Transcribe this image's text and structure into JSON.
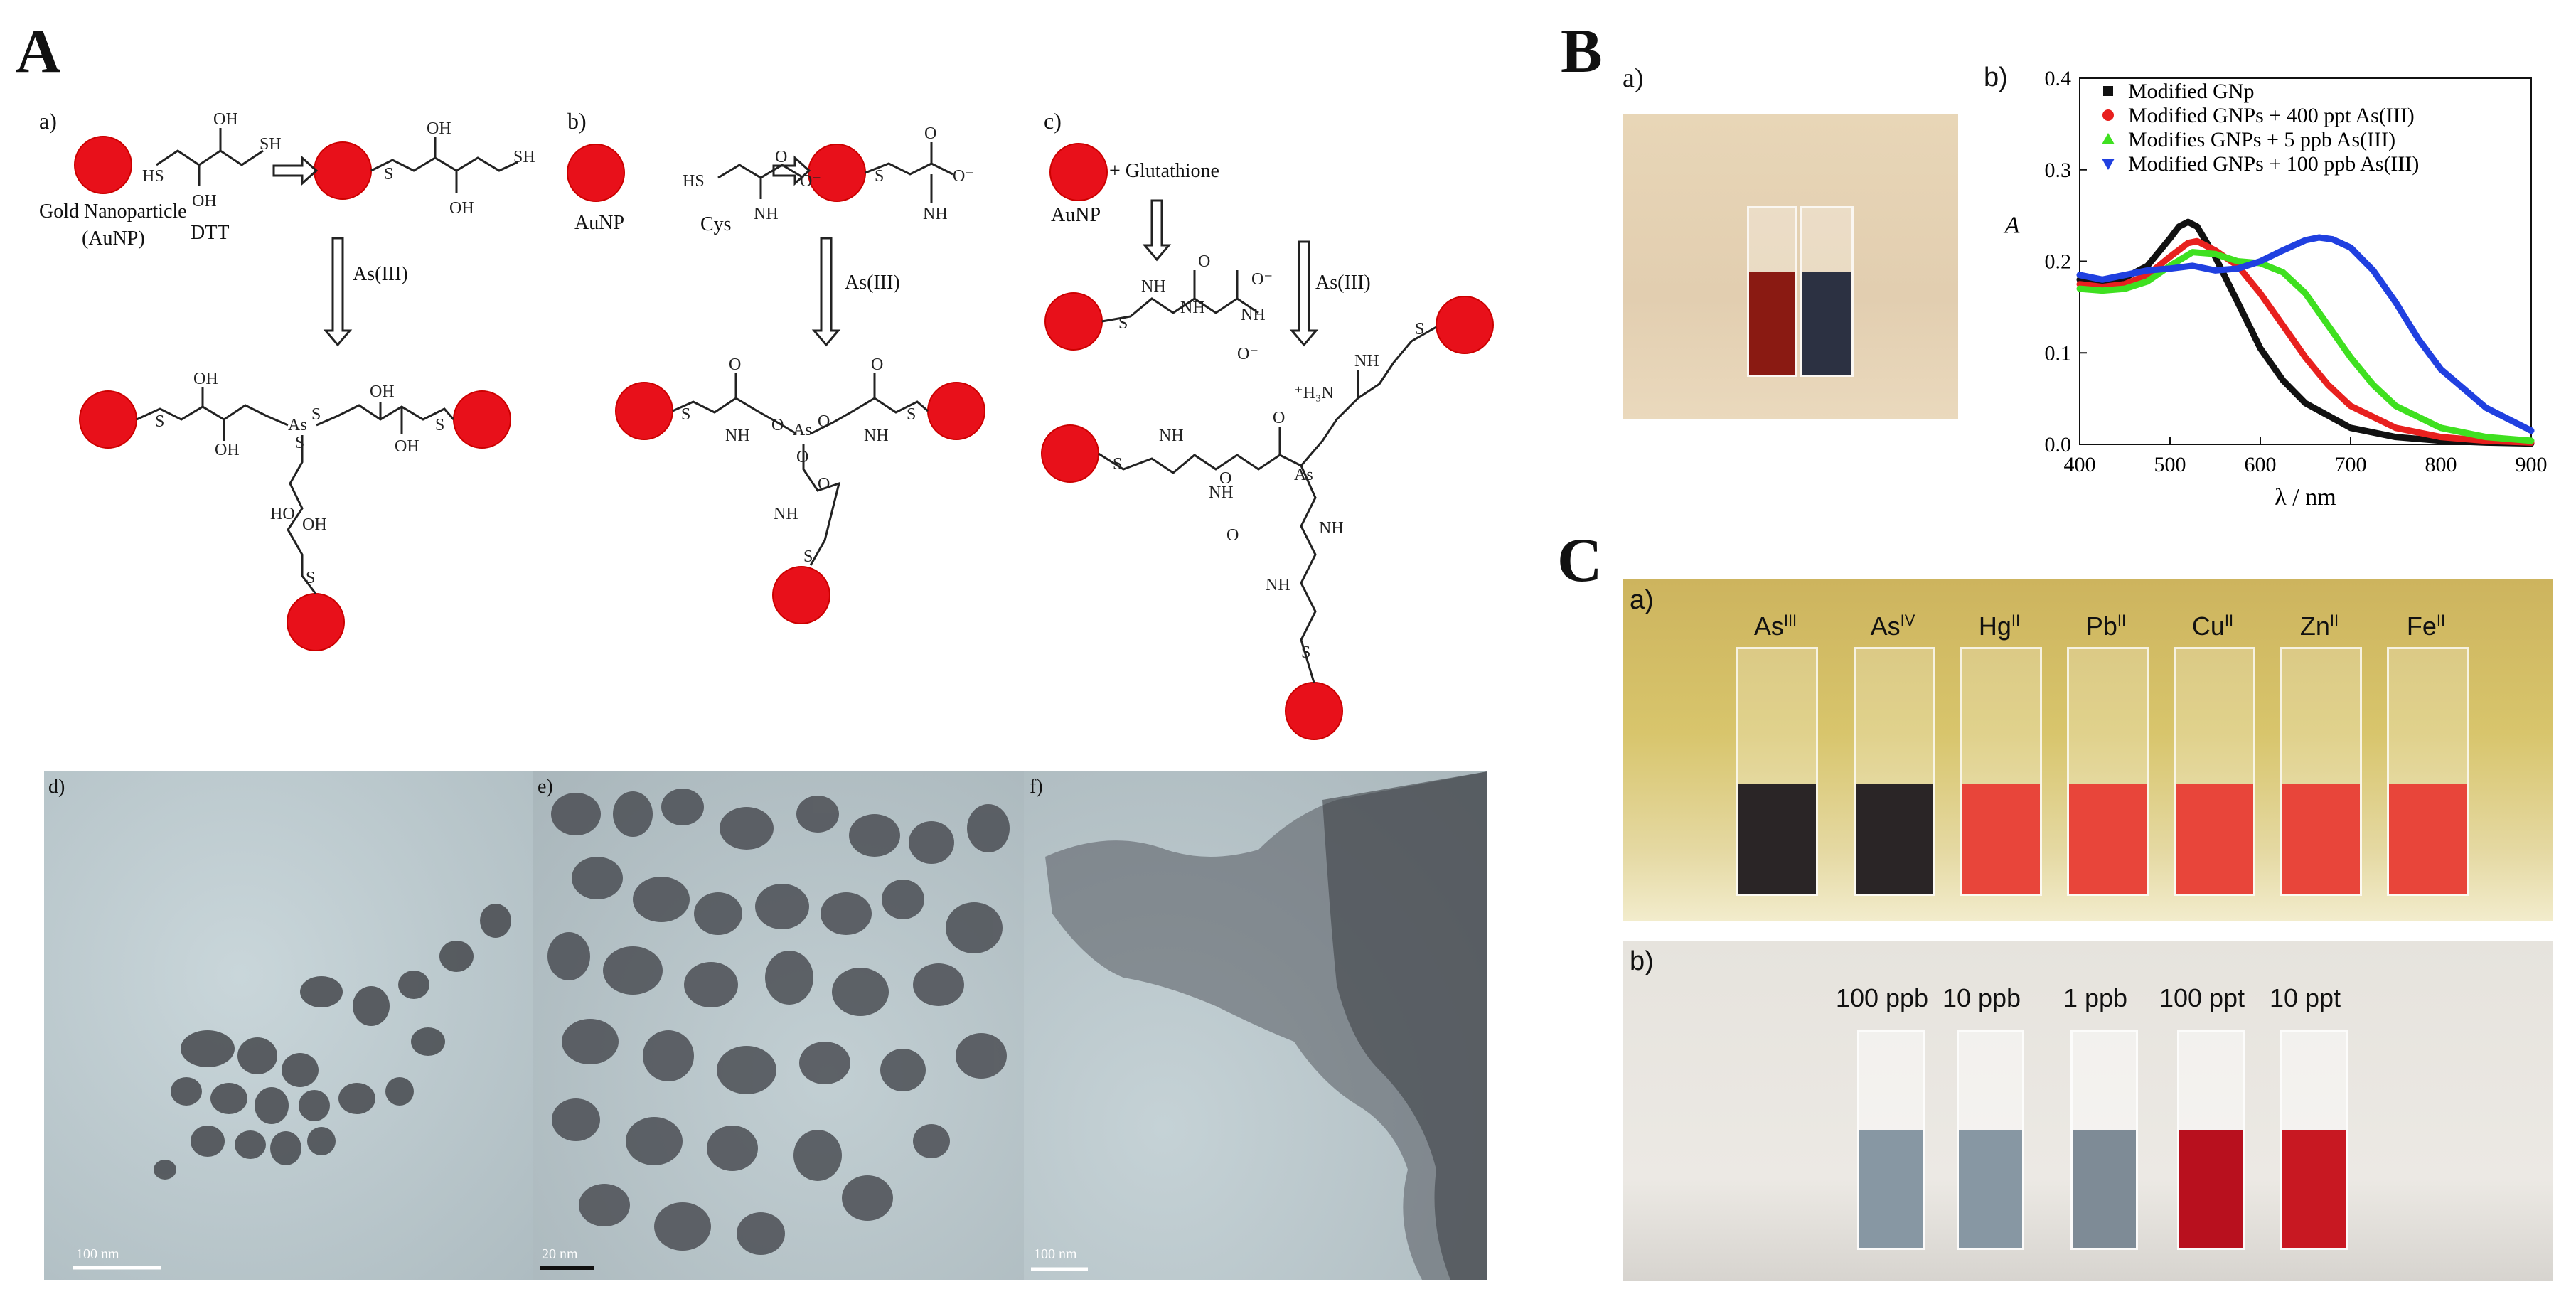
{
  "panels": {
    "A": {
      "letter": "A",
      "a": {
        "label": "a)",
        "np_label": "Gold Nanoparticle",
        "np_abbr": "(AuNP)",
        "reagent": "DTT",
        "arrow_label": "As(III)"
      },
      "b": {
        "label": "b)",
        "np_label": "AuNP",
        "reagent": "Cys",
        "arrow_label": "As(III)"
      },
      "c": {
        "label": "c)",
        "np_label": "AuNP",
        "reagent": "+ Glutathione",
        "arrow_label": "As(III)"
      },
      "tem": [
        {
          "label": "d)",
          "scale": "100 nm"
        },
        {
          "label": "e)",
          "scale": "20 nm"
        },
        {
          "label": "f)",
          "scale": "100 nm"
        }
      ]
    },
    "B": {
      "letter": "B",
      "photo_label": "a)",
      "chart_label": "b)"
    },
    "C": {
      "letter": "C",
      "a": {
        "label": "a)",
        "cuvettes": [
          {
            "ion": "As",
            "ox": "III",
            "color": "#2a2526"
          },
          {
            "ion": "As",
            "ox": "IV",
            "color": "#2a2526"
          },
          {
            "ion": "Hg",
            "ox": "II",
            "color": "#e8453a"
          },
          {
            "ion": "Pb",
            "ox": "II",
            "color": "#e8453a"
          },
          {
            "ion": "Cu",
            "ox": "II",
            "color": "#e8453a"
          },
          {
            "ion": "Zn",
            "ox": "II",
            "color": "#e8453a"
          },
          {
            "ion": "Fe",
            "ox": "II",
            "color": "#e8453a"
          }
        ]
      },
      "b": {
        "label": "b)",
        "cuvettes": [
          {
            "conc": "100 ppb",
            "color": "#8797a3"
          },
          {
            "conc": "10 ppb",
            "color": "#8797a3"
          },
          {
            "conc": "1 ppb",
            "color": "#7e8b96"
          },
          {
            "conc": "100 ppt",
            "color": "#b8101e"
          },
          {
            "conc": "10 ppt",
            "color": "#c81822"
          }
        ]
      }
    }
  },
  "chart_data": {
    "type": "line",
    "xlabel": "λ / nm",
    "ylabel": "A",
    "xlim": [
      400,
      900
    ],
    "ylim": [
      0.0,
      0.4
    ],
    "xticks": [
      400,
      500,
      600,
      700,
      800,
      900
    ],
    "yticks": [
      "0.0",
      "0.1",
      "0.2",
      "0.3",
      "0.4"
    ],
    "legend_position": "top-left",
    "series": [
      {
        "name": "Modified GNp",
        "color": "#111111",
        "marker": "square",
        "x": [
          400,
          425,
          450,
          475,
          500,
          510,
          520,
          530,
          550,
          575,
          600,
          625,
          650,
          700,
          750,
          800,
          850,
          900
        ],
        "y": [
          0.18,
          0.178,
          0.182,
          0.195,
          0.225,
          0.238,
          0.243,
          0.238,
          0.205,
          0.155,
          0.105,
          0.07,
          0.045,
          0.018,
          0.008,
          0.004,
          0.002,
          0.001
        ]
      },
      {
        "name": "Modified GNPs + 400 ppt As(III)",
        "color": "#e8201e",
        "marker": "circle",
        "x": [
          400,
          425,
          450,
          475,
          500,
          520,
          530,
          550,
          575,
          600,
          625,
          650,
          675,
          700,
          750,
          800,
          850,
          900
        ],
        "y": [
          0.175,
          0.172,
          0.175,
          0.185,
          0.205,
          0.22,
          0.222,
          0.212,
          0.195,
          0.165,
          0.13,
          0.095,
          0.065,
          0.042,
          0.018,
          0.008,
          0.004,
          0.002
        ]
      },
      {
        "name": "Modifies GNPs + 5 ppb As(III)",
        "color": "#3fe020",
        "marker": "triangle",
        "x": [
          400,
          425,
          450,
          475,
          500,
          525,
          550,
          575,
          600,
          625,
          650,
          675,
          700,
          725,
          750,
          800,
          850,
          900
        ],
        "y": [
          0.17,
          0.168,
          0.17,
          0.178,
          0.195,
          0.21,
          0.208,
          0.2,
          0.198,
          0.188,
          0.165,
          0.13,
          0.095,
          0.065,
          0.042,
          0.018,
          0.008,
          0.004
        ]
      },
      {
        "name": "Modified GNPs + 100 ppb As(III)",
        "color": "#2040e0",
        "marker": "inverted-triangle",
        "x": [
          400,
          425,
          450,
          475,
          500,
          525,
          550,
          575,
          600,
          625,
          650,
          665,
          680,
          700,
          725,
          750,
          775,
          800,
          850,
          900
        ],
        "y": [
          0.185,
          0.18,
          0.185,
          0.19,
          0.192,
          0.195,
          0.19,
          0.192,
          0.2,
          0.212,
          0.223,
          0.226,
          0.224,
          0.215,
          0.19,
          0.155,
          0.115,
          0.082,
          0.04,
          0.015
        ]
      }
    ]
  }
}
